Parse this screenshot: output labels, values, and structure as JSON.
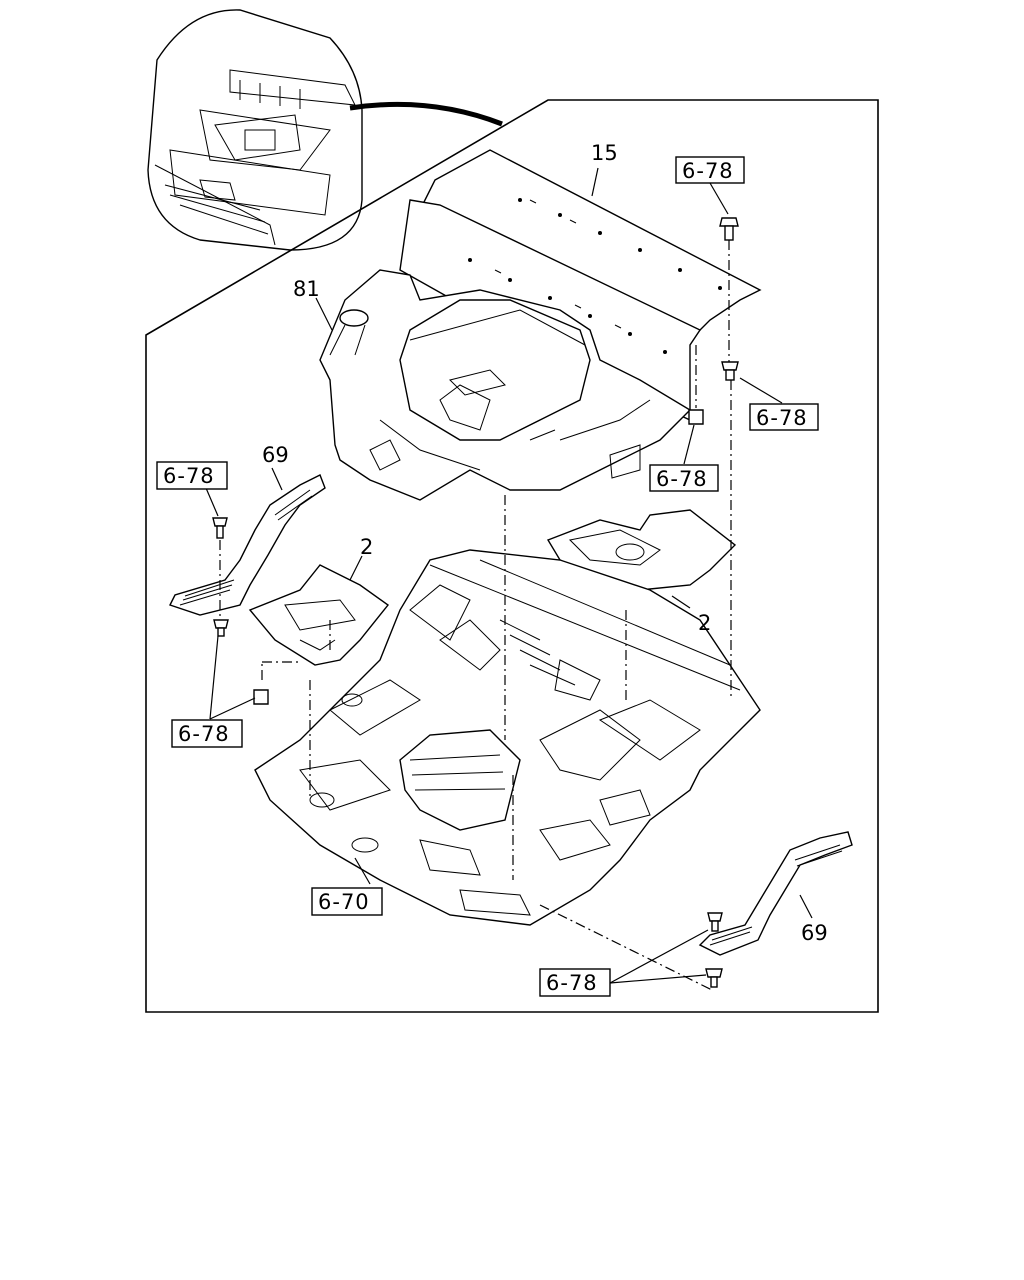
{
  "diagram": {
    "callouts": {
      "part_15": "15",
      "part_81": "81",
      "part_69_left": "69",
      "part_69_right": "69",
      "part_2_left": "2",
      "part_2_right": "2"
    },
    "references": {
      "ref_top_right": "6-78",
      "ref_right_mid": "6-78",
      "ref_center_mid": "6-78",
      "ref_left_upper": "6-78",
      "ref_left_lower": "6-78",
      "ref_floor": "6-70",
      "ref_bottom": "6-78"
    }
  }
}
